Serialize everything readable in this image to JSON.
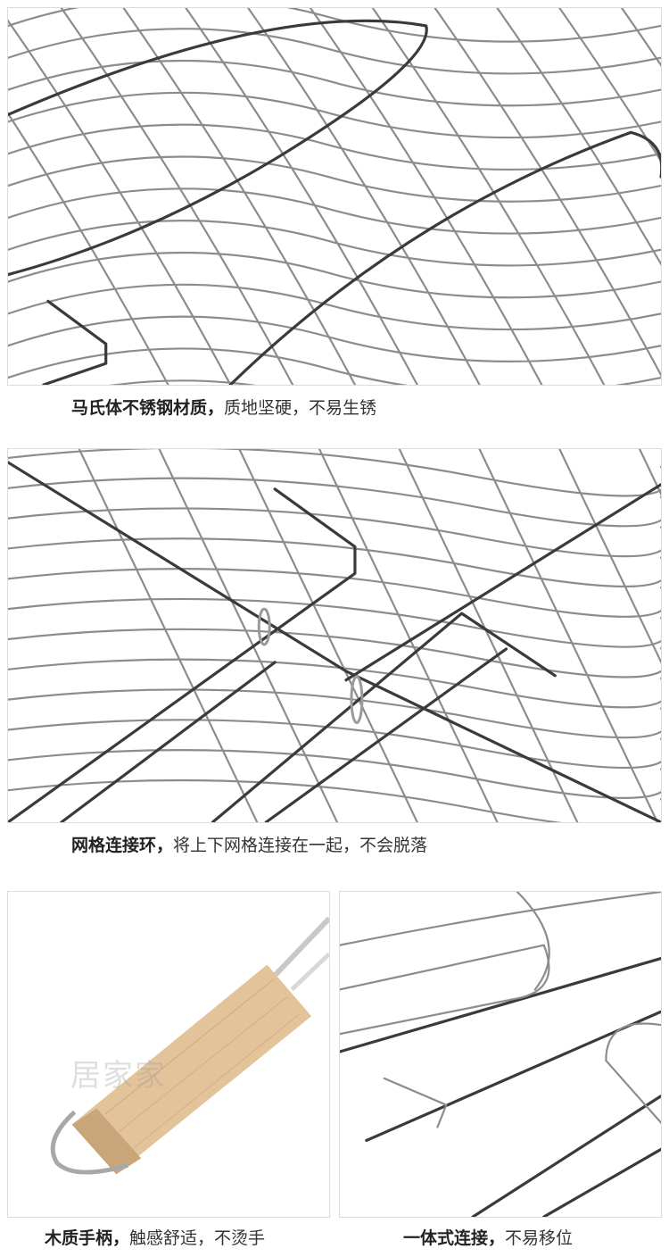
{
  "sections": [
    {
      "caption_bold": "马氏体不锈钢材质，",
      "caption_rest": "质地坚硬，不易生锈",
      "image_icon": "wire-grid-closeup-image"
    },
    {
      "caption_bold": "网格连接环，",
      "caption_rest": "将上下网格连接在一起，不会脱落",
      "image_icon": "connecting-ring-closeup-image"
    },
    {
      "caption_bold": "木质手柄，",
      "caption_rest": "触感舒适，不烫手",
      "image_icon": "wooden-handle-image"
    },
    {
      "caption_bold": "一体式连接，",
      "caption_rest": "不易移位",
      "image_icon": "integrated-connection-image"
    }
  ],
  "watermark": "居家家",
  "colors": {
    "wire": "#8c8c8c",
    "wire_dark": "#3a3a3a",
    "wood": "#e3c39a",
    "wood_end": "#c9a679",
    "text": "#333333"
  }
}
